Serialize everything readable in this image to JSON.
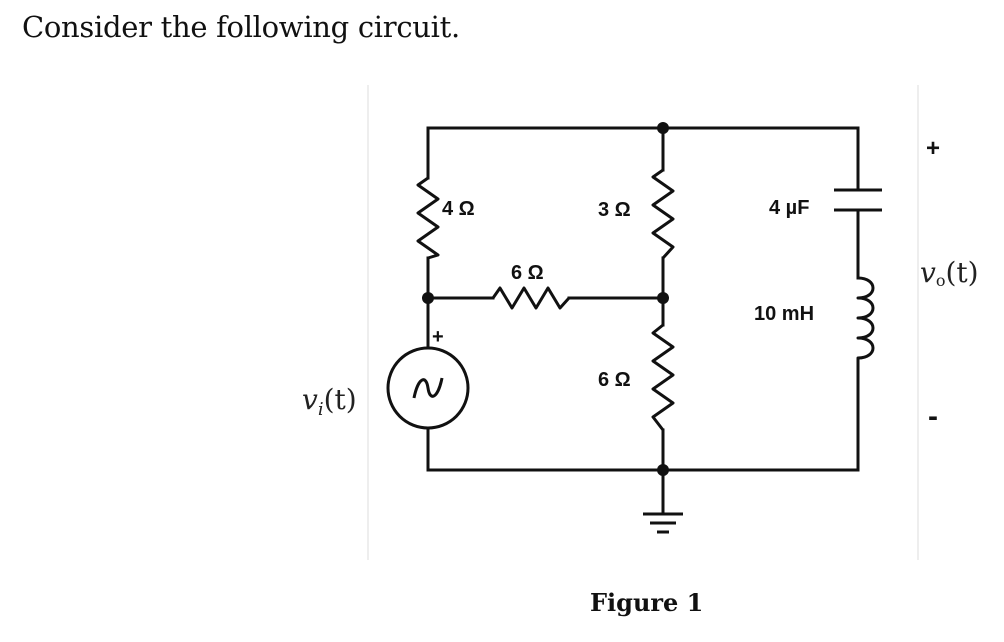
{
  "prompt": "Consider the following circuit.",
  "figure": {
    "caption": "Figure 1",
    "source_label": "v",
    "source_sub": "i",
    "source_arg": "(t)",
    "output_label": "v",
    "output_sub": "o",
    "output_arg": "(t)",
    "plus_source": "+",
    "plus_output": "+",
    "minus_output": "-",
    "components": {
      "r_left": "4 Ω",
      "r_mid_horizontal": "6 Ω",
      "r_top_center": "3 Ω",
      "r_bottom_center": "6 Ω",
      "capacitor": "4 µF",
      "inductor": "10 mH"
    }
  }
}
